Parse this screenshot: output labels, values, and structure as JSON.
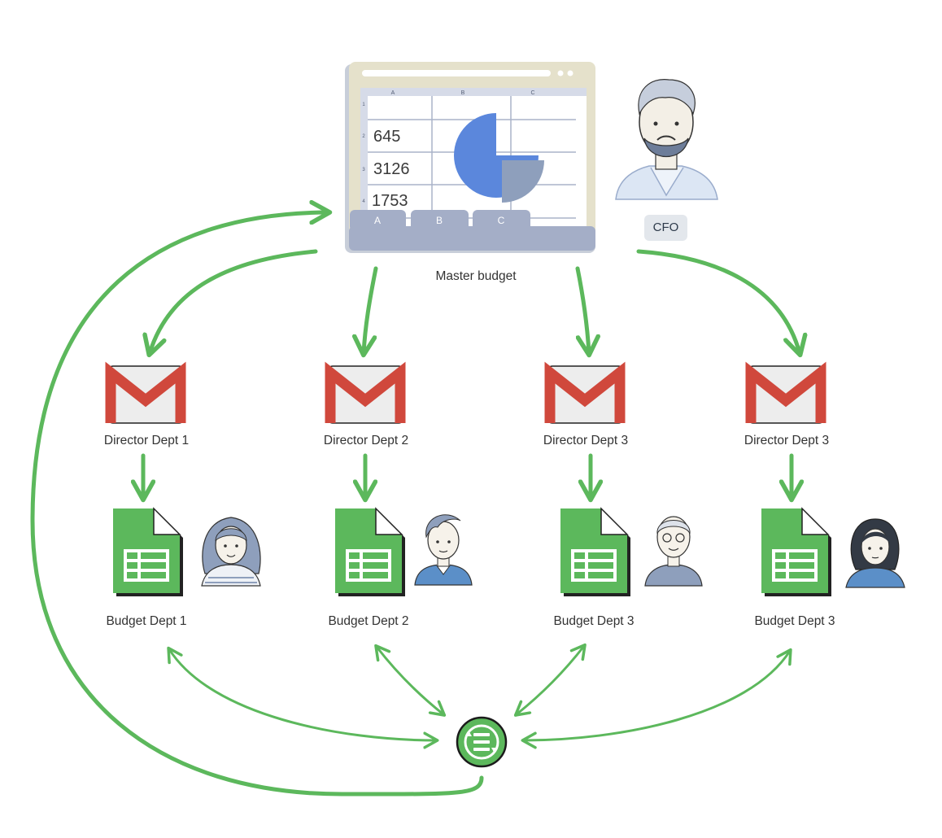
{
  "master": {
    "label": "Master budget",
    "col_headers": [
      "A",
      "B",
      "C"
    ],
    "row_numbers": [
      "1",
      "2",
      "3",
      "4"
    ],
    "values": [
      "645",
      "3126",
      "1753"
    ],
    "sheet_tabs": [
      "A",
      "B",
      "C"
    ]
  },
  "cfo": {
    "label": "CFO"
  },
  "departments": [
    {
      "director": "Director Dept 1",
      "budget": "Budget Dept 1"
    },
    {
      "director": "Director Dept 2",
      "budget": "Budget Dept 2"
    },
    {
      "director": "Director Dept 3",
      "budget": "Budget Dept 3"
    },
    {
      "director": "Director Dept 3",
      "budget": "Budget Dept 3"
    }
  ],
  "colors": {
    "arrow": "#5cb85c",
    "sheet_green": "#5cb85c",
    "gmail_red": "#d0483c",
    "pie_blue": "#5b87dc",
    "pie_slate": "#8e9fbc"
  },
  "icons": [
    "spreadsheet-window-icon",
    "cfo-avatar",
    "gmail-icon",
    "google-sheets-icon",
    "person-avatar",
    "sync-hub-icon"
  ]
}
